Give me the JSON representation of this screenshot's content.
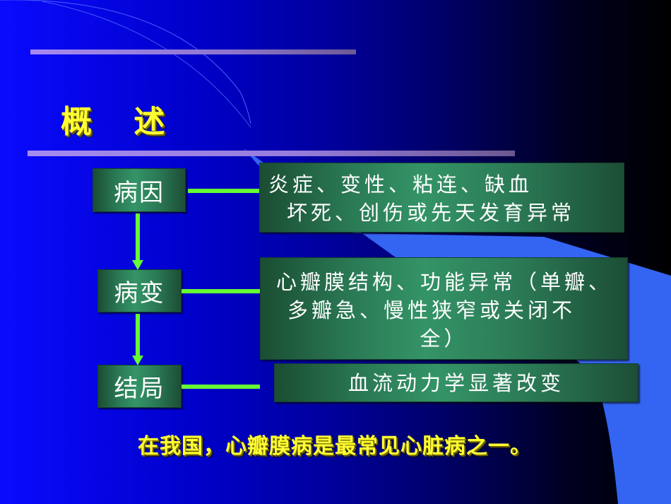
{
  "slide": {
    "title": "概 述",
    "flow": {
      "steps": [
        {
          "label": "病因",
          "description_lines": [
            "炎症、变性、粘连、缺血",
            "坏死、创伤或先天发育异常"
          ]
        },
        {
          "label": "病变",
          "description_lines": [
            "心瓣膜结构、功能异常（单瓣、",
            "多瓣急、慢性狭窄或关闭不",
            "全）"
          ]
        },
        {
          "label": "结局",
          "description_lines": [
            "血流动力学显著改变"
          ]
        }
      ]
    },
    "footer_note": "在我国，心瓣膜病是最常见心脏病之一。",
    "colors": {
      "background_left": "#0a0aff",
      "background_right": "#000000",
      "title_text": "#ffff33",
      "box_fill": "#2a7a55",
      "connector": "#66ff33",
      "arc_shape": "#3366ff",
      "divider_bar": "#9a7fd6"
    }
  }
}
